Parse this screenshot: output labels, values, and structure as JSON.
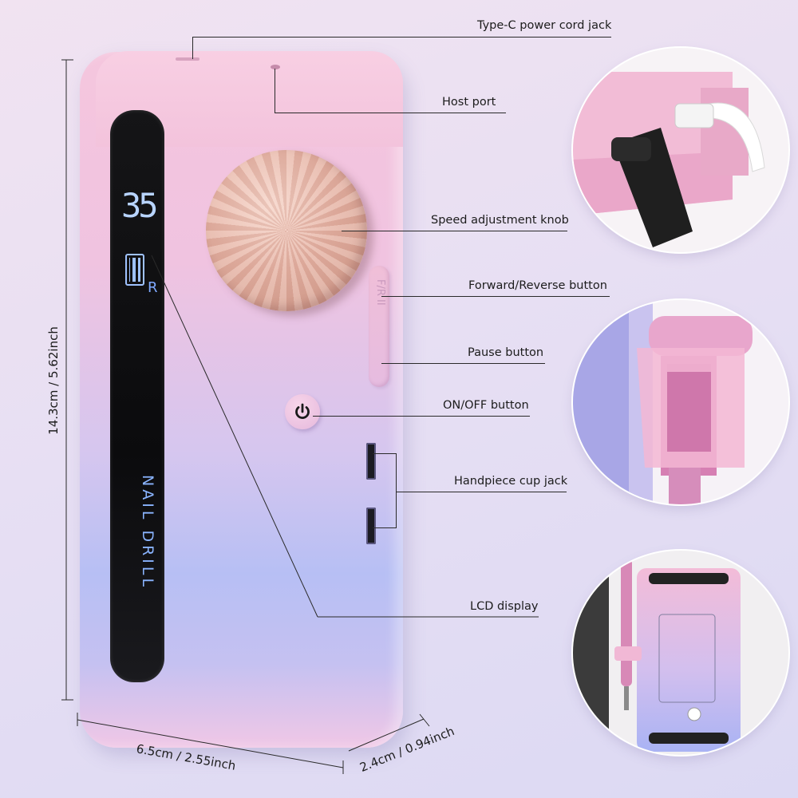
{
  "callouts": {
    "type_c_jack": "Type-C power cord jack",
    "host_port": "Host port",
    "speed_knob": "Speed adjustment knob",
    "forward_reverse": "Forward/Reverse button",
    "pause": "Pause button",
    "on_off": "ON/OFF button",
    "handpiece_cup_jack": "Handpiece cup jack",
    "lcd_display": "LCD display"
  },
  "dimensions": {
    "height": "14.3cm / 5.62inch",
    "width": "6.5cm / 2.55inch",
    "depth": "2.4cm / 0.94inch"
  },
  "device": {
    "lcd_speed": "35",
    "lcd_direction": "R",
    "brand_text": "NAIL DRILL",
    "button_text": "F/R II"
  },
  "colors": {
    "body_pink": "#f5c6de",
    "body_lavender": "#b7bff4",
    "lcd_glow": "#b8d4ff",
    "knob_rose_gold": "#e6b3a4"
  }
}
